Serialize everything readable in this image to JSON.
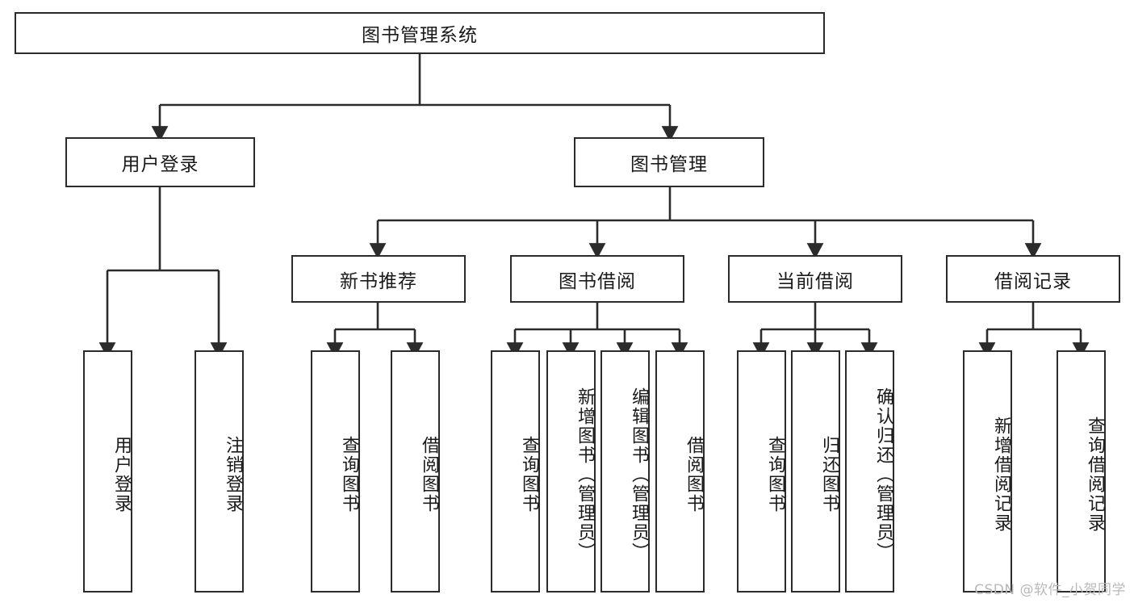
{
  "diagram": {
    "title": "图书管理系统",
    "type": "tree-hierarchy-diagram",
    "colors": {
      "box_border": "#2b2b2b",
      "box_fill": "#ffffff",
      "connector": "#2b2b2b",
      "text": "#1a1a1a",
      "watermark": "#b9b9b9",
      "background": "#ffffff"
    },
    "root": {
      "label": "图书管理系统"
    },
    "level2": [
      {
        "id": "user-login",
        "label": "用户登录"
      },
      {
        "id": "book-manage",
        "label": "图书管理"
      }
    ],
    "level3": [
      {
        "id": "new-book-rec",
        "label": "新书推荐"
      },
      {
        "id": "book-borrow",
        "label": "图书借阅"
      },
      {
        "id": "current-borrow",
        "label": "当前借阅"
      },
      {
        "id": "borrow-record",
        "label": "借阅记录"
      }
    ],
    "leaves": [
      {
        "id": "leaf-user-login",
        "label": "用户登录",
        "parent": "user-login"
      },
      {
        "id": "leaf-logout",
        "label": "注销登录",
        "parent": "user-login"
      },
      {
        "id": "leaf-query-book-1",
        "label": "查询图书",
        "parent": "new-book-rec"
      },
      {
        "id": "leaf-borrow-book-1",
        "label": "借阅图书",
        "parent": "new-book-rec"
      },
      {
        "id": "leaf-query-book-2",
        "label": "查询图书",
        "parent": "book-borrow"
      },
      {
        "id": "leaf-add-book",
        "label": "新增图书（管理员）",
        "parent": "book-borrow"
      },
      {
        "id": "leaf-edit-book",
        "label": "编辑图书（管理员）",
        "parent": "book-borrow"
      },
      {
        "id": "leaf-borrow-book-2",
        "label": "借阅图书",
        "parent": "book-borrow"
      },
      {
        "id": "leaf-query-book-3",
        "label": "查询图书",
        "parent": "current-borrow"
      },
      {
        "id": "leaf-return-book",
        "label": "归还图书",
        "parent": "current-borrow"
      },
      {
        "id": "leaf-confirm-return",
        "label": "确认归还（管理员）",
        "parent": "current-borrow"
      },
      {
        "id": "leaf-add-record",
        "label": "新增借阅记录",
        "parent": "borrow-record"
      },
      {
        "id": "leaf-query-record",
        "label": "查询借阅记录",
        "parent": "borrow-record"
      }
    ],
    "watermark": "CSDN @软件_小贺同学"
  }
}
